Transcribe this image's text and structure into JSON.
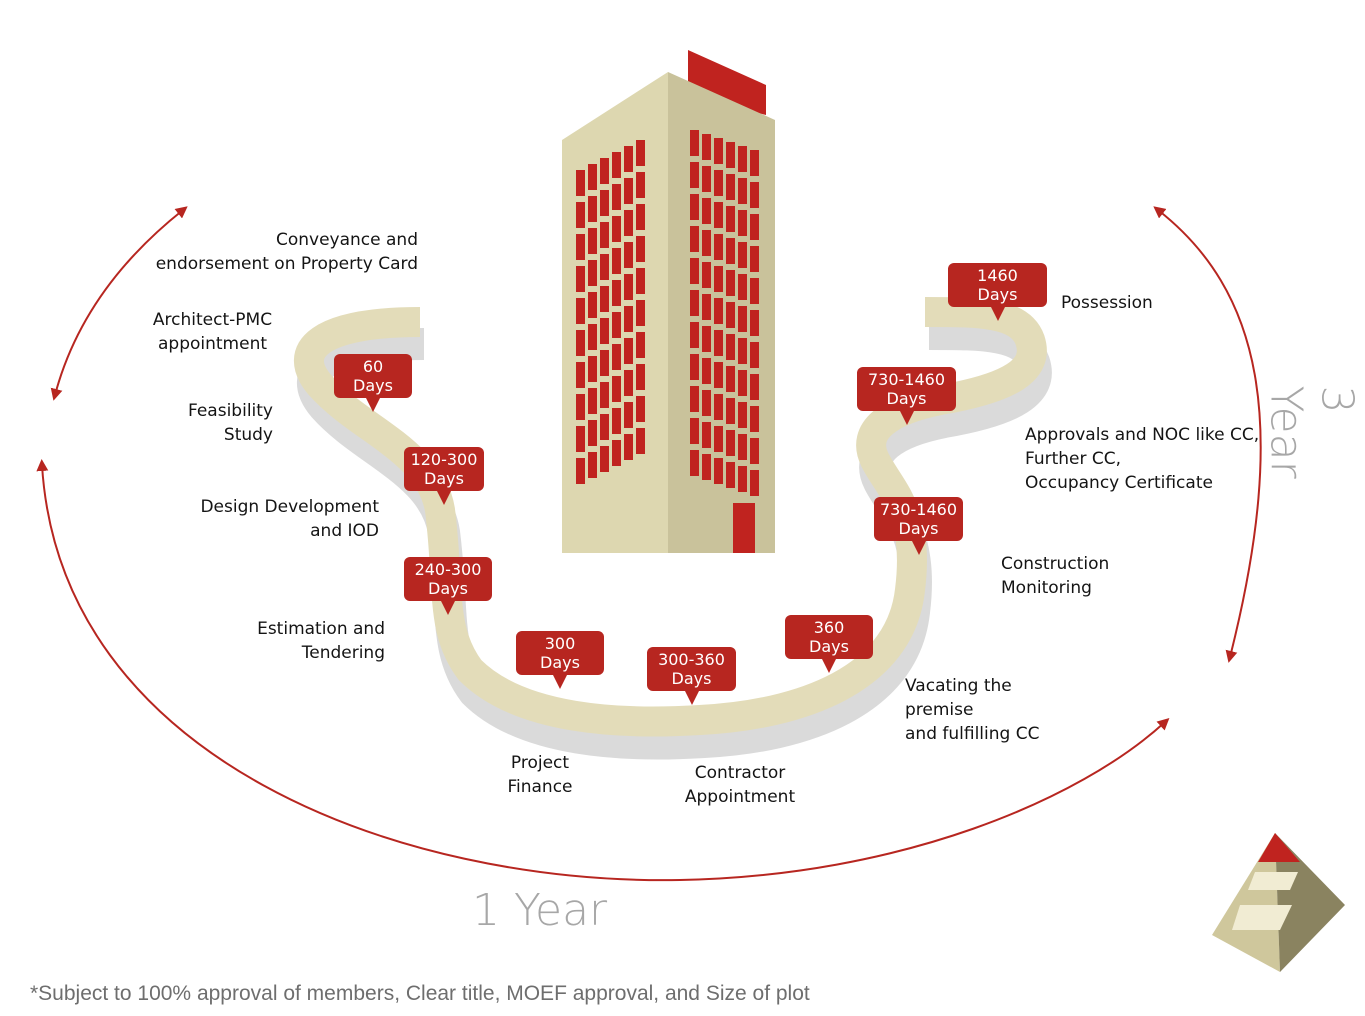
{
  "colors": {
    "accent": "#b72620",
    "road": "#e3dcb9",
    "road_shadow": "#d9d9d9",
    "building": "#ddd7b0",
    "muted": "#a7a7a7"
  },
  "steps": [
    {
      "label": "Conveyance and\nendorsement on Property Card"
    },
    {
      "label": "Architect-PMC\nappointment"
    },
    {
      "label": "Feasibility\nStudy",
      "days": "60\nDays"
    },
    {
      "label": "Design Development\nand IOD",
      "days": "120-300\nDays"
    },
    {
      "label": "Estimation and\nTendering",
      "days": "240-300\nDays"
    },
    {
      "label": "Project\nFinance",
      "days": "300\nDays"
    },
    {
      "label": "Contractor\nAppointment",
      "days": "300-360\nDays"
    },
    {
      "label": "Vacating the\npremise\nand fulfilling CC",
      "days": "360\nDays"
    },
    {
      "label": "Construction\nMonitoring",
      "days": "730-1460\nDays"
    },
    {
      "label": "Approvals and NOC like CC,\nFurther CC,\nOccupancy Certificate",
      "days": "730-1460\nDays"
    },
    {
      "label": "Possession",
      "days": "1460\nDays"
    }
  ],
  "durations": {
    "one_year": "1 Year",
    "three_year": "3 Year"
  },
  "footnote": "*Subject to 100% approval of members, Clear title, MOEF approval, and Size of plot",
  "icons": {
    "building": "building-icon",
    "logo": "pyramid-logo-icon"
  }
}
